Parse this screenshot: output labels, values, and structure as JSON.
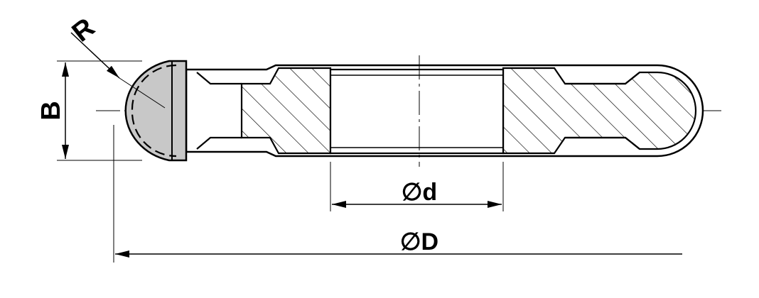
{
  "labels": {
    "radius": "R",
    "width": "B",
    "bore_diameter": "∅d",
    "outer_diameter": "∅D"
  },
  "colors": {
    "line": "#000000",
    "insert_fill": "#c8c8c8",
    "background": "#ffffff"
  }
}
